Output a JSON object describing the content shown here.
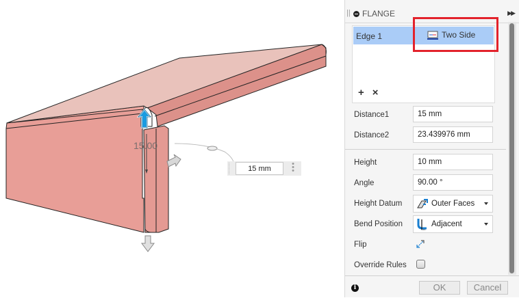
{
  "viewport": {
    "dimension_label": "15.00",
    "inline_input": {
      "value": "15 mm"
    }
  },
  "panel": {
    "title": "FLANGE",
    "selection": {
      "edge_label": "Edge 1",
      "type_label": "Two Side",
      "add_symbol": "+",
      "remove_symbol": "×"
    },
    "fields": {
      "distance1": {
        "label": "Distance1",
        "value": "15 mm"
      },
      "distance2": {
        "label": "Distance2",
        "value": "23.439976 mm"
      },
      "height": {
        "label": "Height",
        "value": "10 mm"
      },
      "angle": {
        "label": "Angle",
        "value": "90.00 °"
      },
      "height_datum": {
        "label": "Height Datum",
        "value": "Outer Faces"
      },
      "bend_position": {
        "label": "Bend Position",
        "value": "Adjacent"
      },
      "flip": {
        "label": "Flip"
      },
      "override_rules": {
        "label": "Override Rules",
        "checked": false
      }
    },
    "footer": {
      "info": "i",
      "ok": "OK",
      "cancel": "Cancel"
    }
  },
  "colors": {
    "highlight_box": "#e3222b",
    "selection_row": "#aaccf7",
    "body_fill": "#e8a19a",
    "accent_blue": "#1a9be0"
  }
}
